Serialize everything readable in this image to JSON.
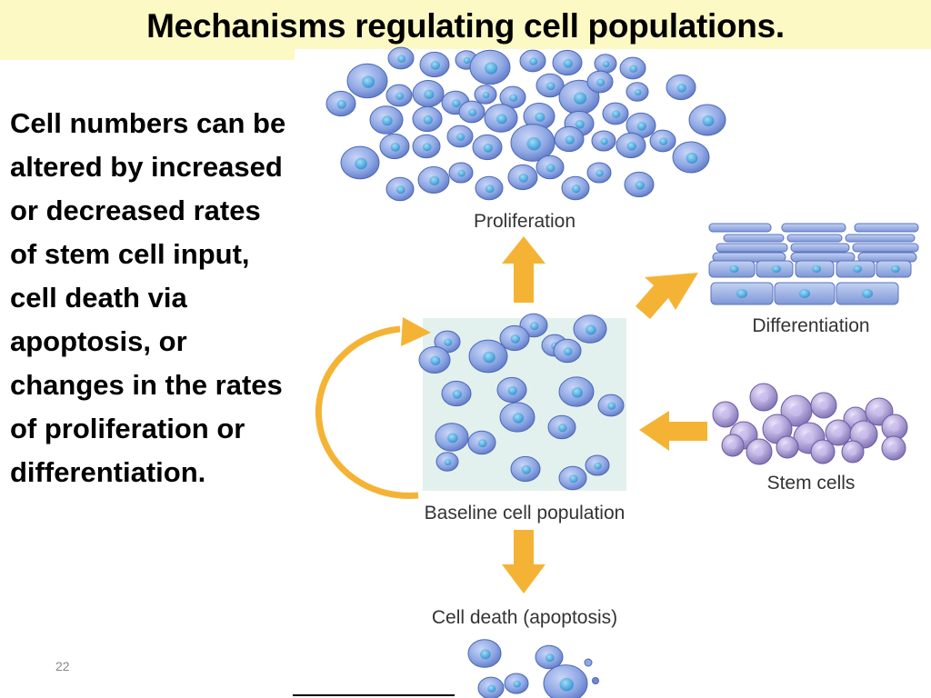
{
  "slide": {
    "title": "Mechanisms regulating cell populations.",
    "body": "Cell numbers can be altered by increased or decreased rates of stem cell input, cell death via apoptosis, or changes in the rates of proliferation or differentiation.",
    "slide_number": "22"
  },
  "diagram": {
    "labels": {
      "proliferation": "Proliferation",
      "differentiation": "Differentiation",
      "stem_cells": "Stem cells",
      "baseline": "Baseline cell population",
      "apoptosis": "Cell death (apoptosis)"
    }
  },
  "colors": {
    "title_background": "#fdf9c4",
    "arrow": "#f5b335",
    "cell_fill": "#8fa8e4",
    "cell_nucleus": "#46a7df",
    "stem_cell_fill": "#b3a7d9",
    "baseline_box": "#e3f1ee"
  }
}
